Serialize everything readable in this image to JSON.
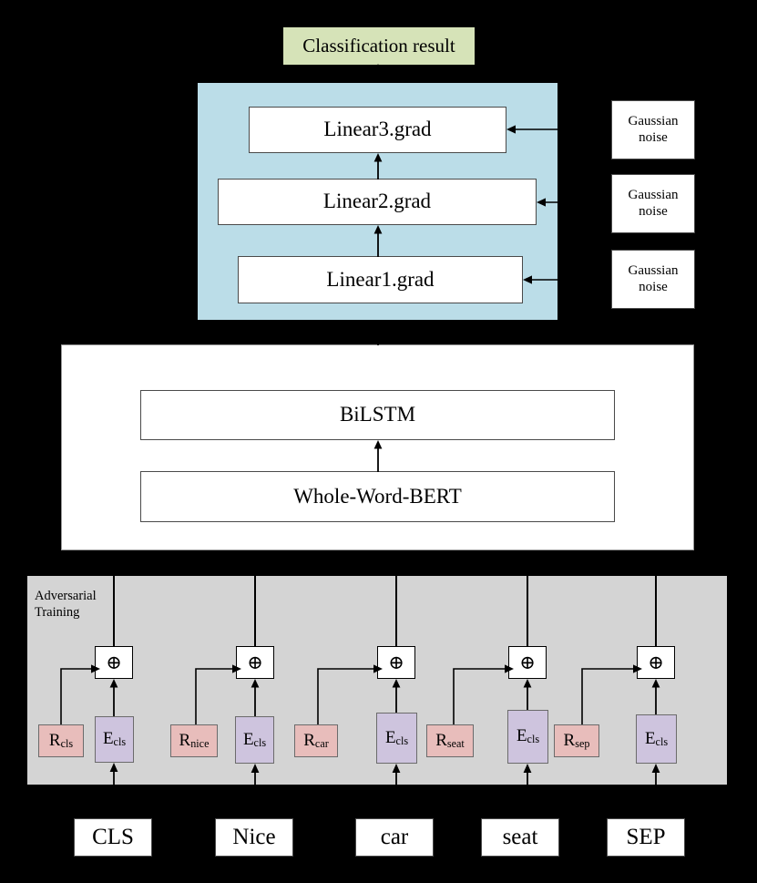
{
  "diagram": {
    "title_box": {
      "label": "Classification result",
      "color": "#d6e3b8"
    },
    "grad_panel": {
      "color": "#bbdde8",
      "boxes": [
        {
          "label": "Linear3.grad"
        },
        {
          "label": "Linear2.grad"
        },
        {
          "label": "Linear1.grad"
        }
      ]
    },
    "noise_boxes": [
      {
        "line1": "Gaussian",
        "line2": "noise"
      },
      {
        "line1": "Gaussian",
        "line2": "noise"
      },
      {
        "line1": "Gaussian",
        "line2": "noise"
      }
    ],
    "encoder_panel": {
      "boxes": [
        {
          "label": "BiLSTM"
        },
        {
          "label": "Whole-Word-BERT"
        }
      ]
    },
    "adversarial_panel": {
      "color": "#d4d4d4",
      "label": "Adversarial\nTraining",
      "operator_glyph": "⊕",
      "columns": [
        {
          "r_base": "R",
          "r_sub": "cls",
          "e_base": "E",
          "e_sub": "cls",
          "word": "CLS"
        },
        {
          "r_base": "R",
          "r_sub": "nice",
          "e_base": "E",
          "e_sub": "cls",
          "word": "Nice"
        },
        {
          "r_base": "R",
          "r_sub": "car",
          "e_base": "E",
          "e_sub": "cls",
          "word": "car"
        },
        {
          "r_base": "R",
          "r_sub": "seat",
          "e_base": "E",
          "e_sub": "cls",
          "word": "seat"
        },
        {
          "r_base": "R",
          "r_sub": "sep",
          "e_base": "E",
          "e_sub": "cls",
          "word": "SEP"
        }
      ]
    },
    "colors": {
      "pink": "#e8bdbb",
      "purple": "#cec4de",
      "blue": "#bbdde8",
      "green": "#d6e3b8",
      "gray": "#d4d4d4"
    }
  }
}
